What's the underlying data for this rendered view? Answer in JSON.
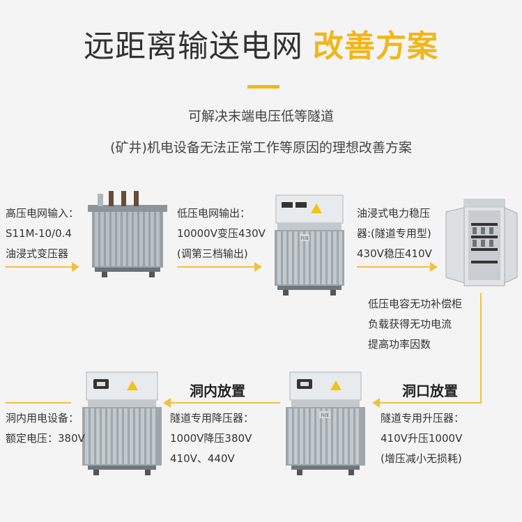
{
  "header": {
    "title_main": "远距离输送电网",
    "title_accent": "改善方案"
  },
  "subtitle": {
    "line1": "可解决末端电压低等隧道",
    "line2": "(矿井)机电设备无法正常工作等原因的理想改善方案"
  },
  "row1": {
    "input": [
      "高压电网输入：",
      "S11M-10/0.4",
      "油浸式变压器"
    ],
    "output": [
      "低压电网输出：",
      "10000V变压430V",
      "(调第三档输出)"
    ],
    "stabilizer": [
      "油浸式电力稳压",
      "器:(隧道专用型)",
      "430V稳压410V"
    ]
  },
  "cabinet_text": [
    "低压电容无功补偿柜",
    "负载获得无功电流",
    "提高功率因数"
  ],
  "row2": {
    "portal_heading": "洞口放置",
    "portal": [
      "隧道专用升压器：",
      "410V升压1000V",
      "(增压减小无损耗)"
    ],
    "inside_heading": "洞内放置",
    "inside": [
      "隧道专用降压器：",
      "1000V降压380V",
      "410V、440V"
    ],
    "equipment": [
      "洞内用电设备：",
      "额定电压：380V"
    ]
  },
  "device_labels": {
    "stabilizer_plate": "升压",
    "booster_plate": "升压"
  },
  "colors": {
    "accent": "#f1b71a",
    "arrow": "#f0c040",
    "background": "#f4f4f4"
  }
}
